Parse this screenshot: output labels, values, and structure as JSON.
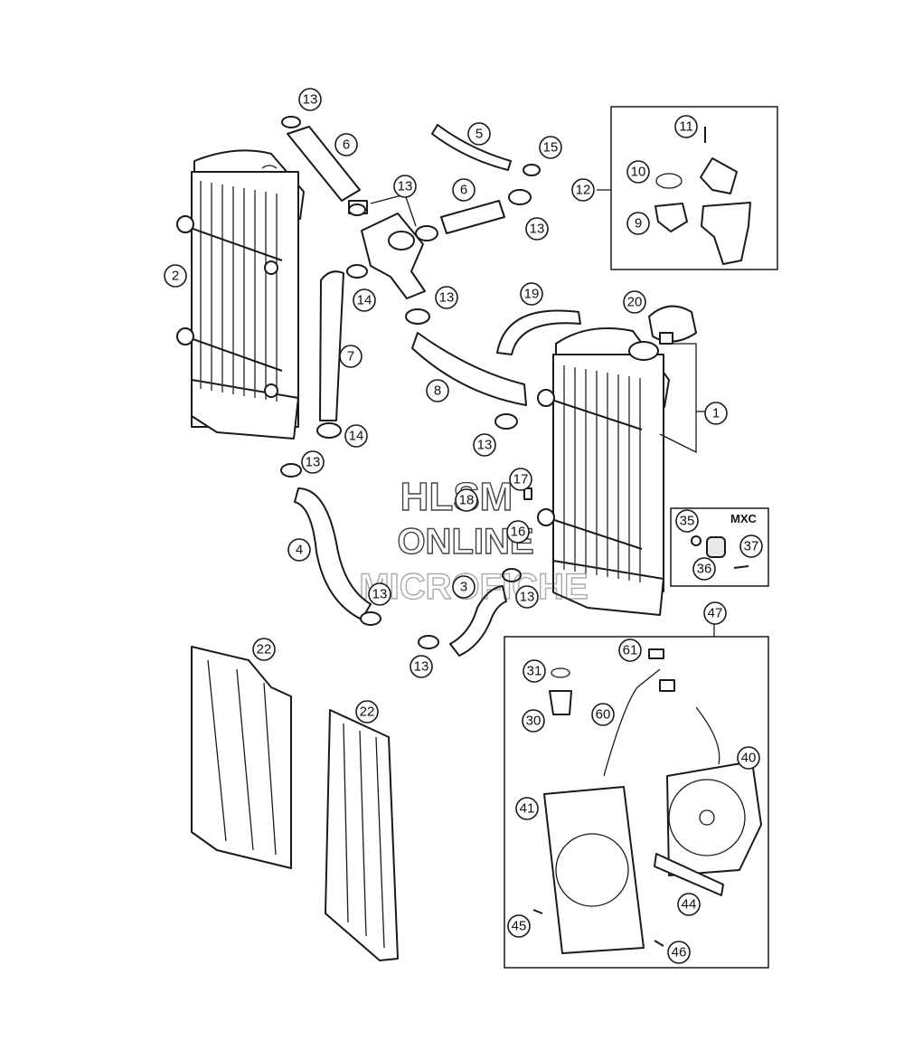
{
  "watermark": {
    "line1": "HLSM",
    "line2": "ONLINE",
    "line3": "MICROFICHE"
  },
  "box_labels": {
    "mxc": "MXC"
  },
  "callouts": [
    {
      "id": "c13a",
      "label": "13"
    },
    {
      "id": "c6a",
      "label": "6"
    },
    {
      "id": "c5",
      "label": "5"
    },
    {
      "id": "c15",
      "label": "15"
    },
    {
      "id": "c11",
      "label": "11"
    },
    {
      "id": "c10",
      "label": "10"
    },
    {
      "id": "c12",
      "label": "12"
    },
    {
      "id": "c9",
      "label": "9"
    },
    {
      "id": "c13b",
      "label": "13"
    },
    {
      "id": "c6b",
      "label": "6"
    },
    {
      "id": "c13c",
      "label": "13"
    },
    {
      "id": "c2",
      "label": "2"
    },
    {
      "id": "c14a",
      "label": "14"
    },
    {
      "id": "c13d",
      "label": "13"
    },
    {
      "id": "c19",
      "label": "19"
    },
    {
      "id": "c20",
      "label": "20"
    },
    {
      "id": "c7",
      "label": "7"
    },
    {
      "id": "c8",
      "label": "8"
    },
    {
      "id": "c1",
      "label": "1"
    },
    {
      "id": "c14b",
      "label": "14"
    },
    {
      "id": "c13e",
      "label": "13"
    },
    {
      "id": "c13f",
      "label": "13"
    },
    {
      "id": "c17",
      "label": "17"
    },
    {
      "id": "c18",
      "label": "18"
    },
    {
      "id": "c16",
      "label": "16"
    },
    {
      "id": "c35",
      "label": "35"
    },
    {
      "id": "c37",
      "label": "37"
    },
    {
      "id": "c36",
      "label": "36"
    },
    {
      "id": "c4",
      "label": "4"
    },
    {
      "id": "c3",
      "label": "3"
    },
    {
      "id": "c13g",
      "label": "13"
    },
    {
      "id": "c13h",
      "label": "13"
    },
    {
      "id": "c13i",
      "label": "13"
    },
    {
      "id": "c47",
      "label": "47"
    },
    {
      "id": "c22a",
      "label": "22"
    },
    {
      "id": "c61",
      "label": "61"
    },
    {
      "id": "c31",
      "label": "31"
    },
    {
      "id": "c22b",
      "label": "22"
    },
    {
      "id": "c60",
      "label": "60"
    },
    {
      "id": "c30",
      "label": "30"
    },
    {
      "id": "c40",
      "label": "40"
    },
    {
      "id": "c41",
      "label": "41"
    },
    {
      "id": "c44",
      "label": "44"
    },
    {
      "id": "c45",
      "label": "45"
    },
    {
      "id": "c46",
      "label": "46"
    }
  ]
}
